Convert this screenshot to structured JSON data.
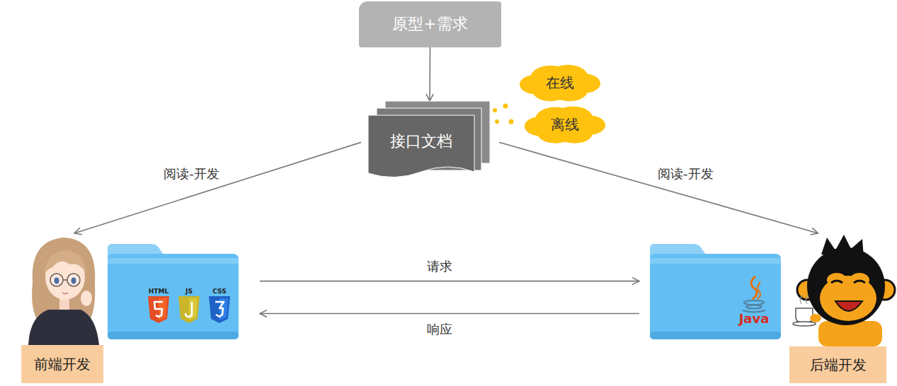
{
  "diagram": {
    "nodes": [
      {
        "text": [
          "原型+需求"
        ]
      },
      {
        "text": [
          "接口文档"
        ]
      },
      {
        "text": [
          "在线"
        ]
      },
      {
        "text": [
          "离线"
        ]
      },
      {
        "text": [
          "前端开发"
        ]
      },
      {
        "text": [
          "HTML",
          "JS",
          "CSS"
        ]
      },
      {
        "text": [
          "Java"
        ]
      },
      {
        "text": [
          "后端开发"
        ]
      }
    ],
    "edges": [
      {
        "from": 0,
        "to": 1,
        "arrow": "to"
      },
      {
        "from": 1,
        "to": 4,
        "label": "阅读-开发",
        "arrow": "to"
      },
      {
        "from": 1,
        "to": 7,
        "label": "阅读-开发",
        "arrow": "to"
      },
      {
        "from": 5,
        "to": 6,
        "label": "请求",
        "arrow": "to"
      },
      {
        "from": 6,
        "to": 5,
        "label": "响应",
        "arrow": "to"
      }
    ]
  }
}
